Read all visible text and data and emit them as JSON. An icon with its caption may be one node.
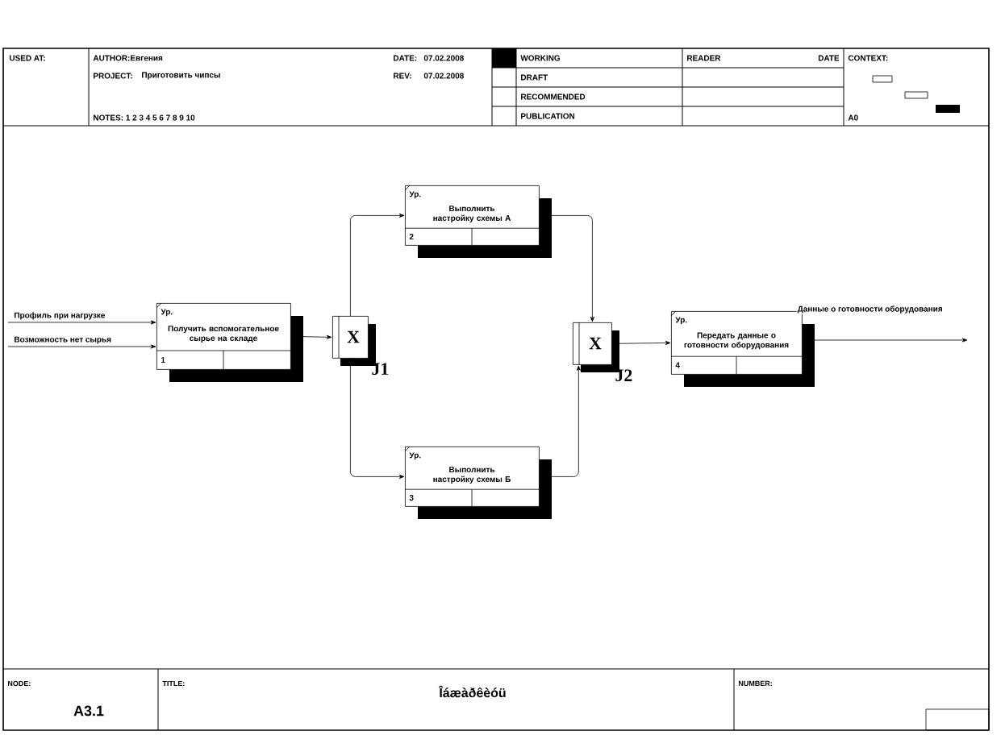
{
  "diagram": {
    "nodes": [
      {
        "text": [
          "Ур.",
          "Получить вспомогательное сырье на складе",
          "1"
        ]
      },
      {
        "text": [
          "X"
        ],
        "beside": [
          "J1"
        ]
      },
      {
        "text": [
          "Ур.",
          "Выполнить настройку схемы А",
          "2"
        ]
      },
      {
        "text": [
          "Ур.",
          "Выполнить настройку схемы Б",
          "3"
        ]
      },
      {
        "text": [
          "X"
        ],
        "beside": [
          "J2"
        ]
      },
      {
        "text": [
          "Ур.",
          "Передать данные о готовности оборудования",
          "4"
        ]
      }
    ],
    "edges": [
      {
        "from": null,
        "to": 0,
        "arrow": "to",
        "label": "Профиль при нагрузке"
      },
      {
        "from": null,
        "to": 0,
        "arrow": "to",
        "label": "Возможность нет сырья"
      },
      {
        "from": 0,
        "to": 1,
        "arrow": "to"
      },
      {
        "from": 1,
        "to": 2,
        "arrow": "to"
      },
      {
        "from": 1,
        "to": 3,
        "arrow": "to"
      },
      {
        "from": 2,
        "to": 4,
        "arrow": "to"
      },
      {
        "from": 3,
        "to": 4,
        "arrow": "to"
      },
      {
        "from": 4,
        "to": 5,
        "arrow": "to"
      },
      {
        "from": 5,
        "to": null,
        "arrow": "to",
        "label": "Данные о готовности оборудования"
      }
    ],
    "labels": [
      "USED AT:",
      "AUTHOR:",
      "Евгения",
      "DATE:",
      "07.02.2008",
      "PROJECT:",
      "Приготовить чипсы",
      "REV:",
      "07.02.2008",
      "NOTES: 1 2 3 4 5 6 7 8 9 10",
      "WORKING",
      "READER",
      "DATE",
      "CONTEXT:",
      "DRAFT",
      "RECOMMENDED",
      "PUBLICATION",
      "A0",
      "NODE:",
      "A3.1",
      "TITLE:",
      "Îáæàðêèóü",
      "NUMBER:"
    ]
  }
}
